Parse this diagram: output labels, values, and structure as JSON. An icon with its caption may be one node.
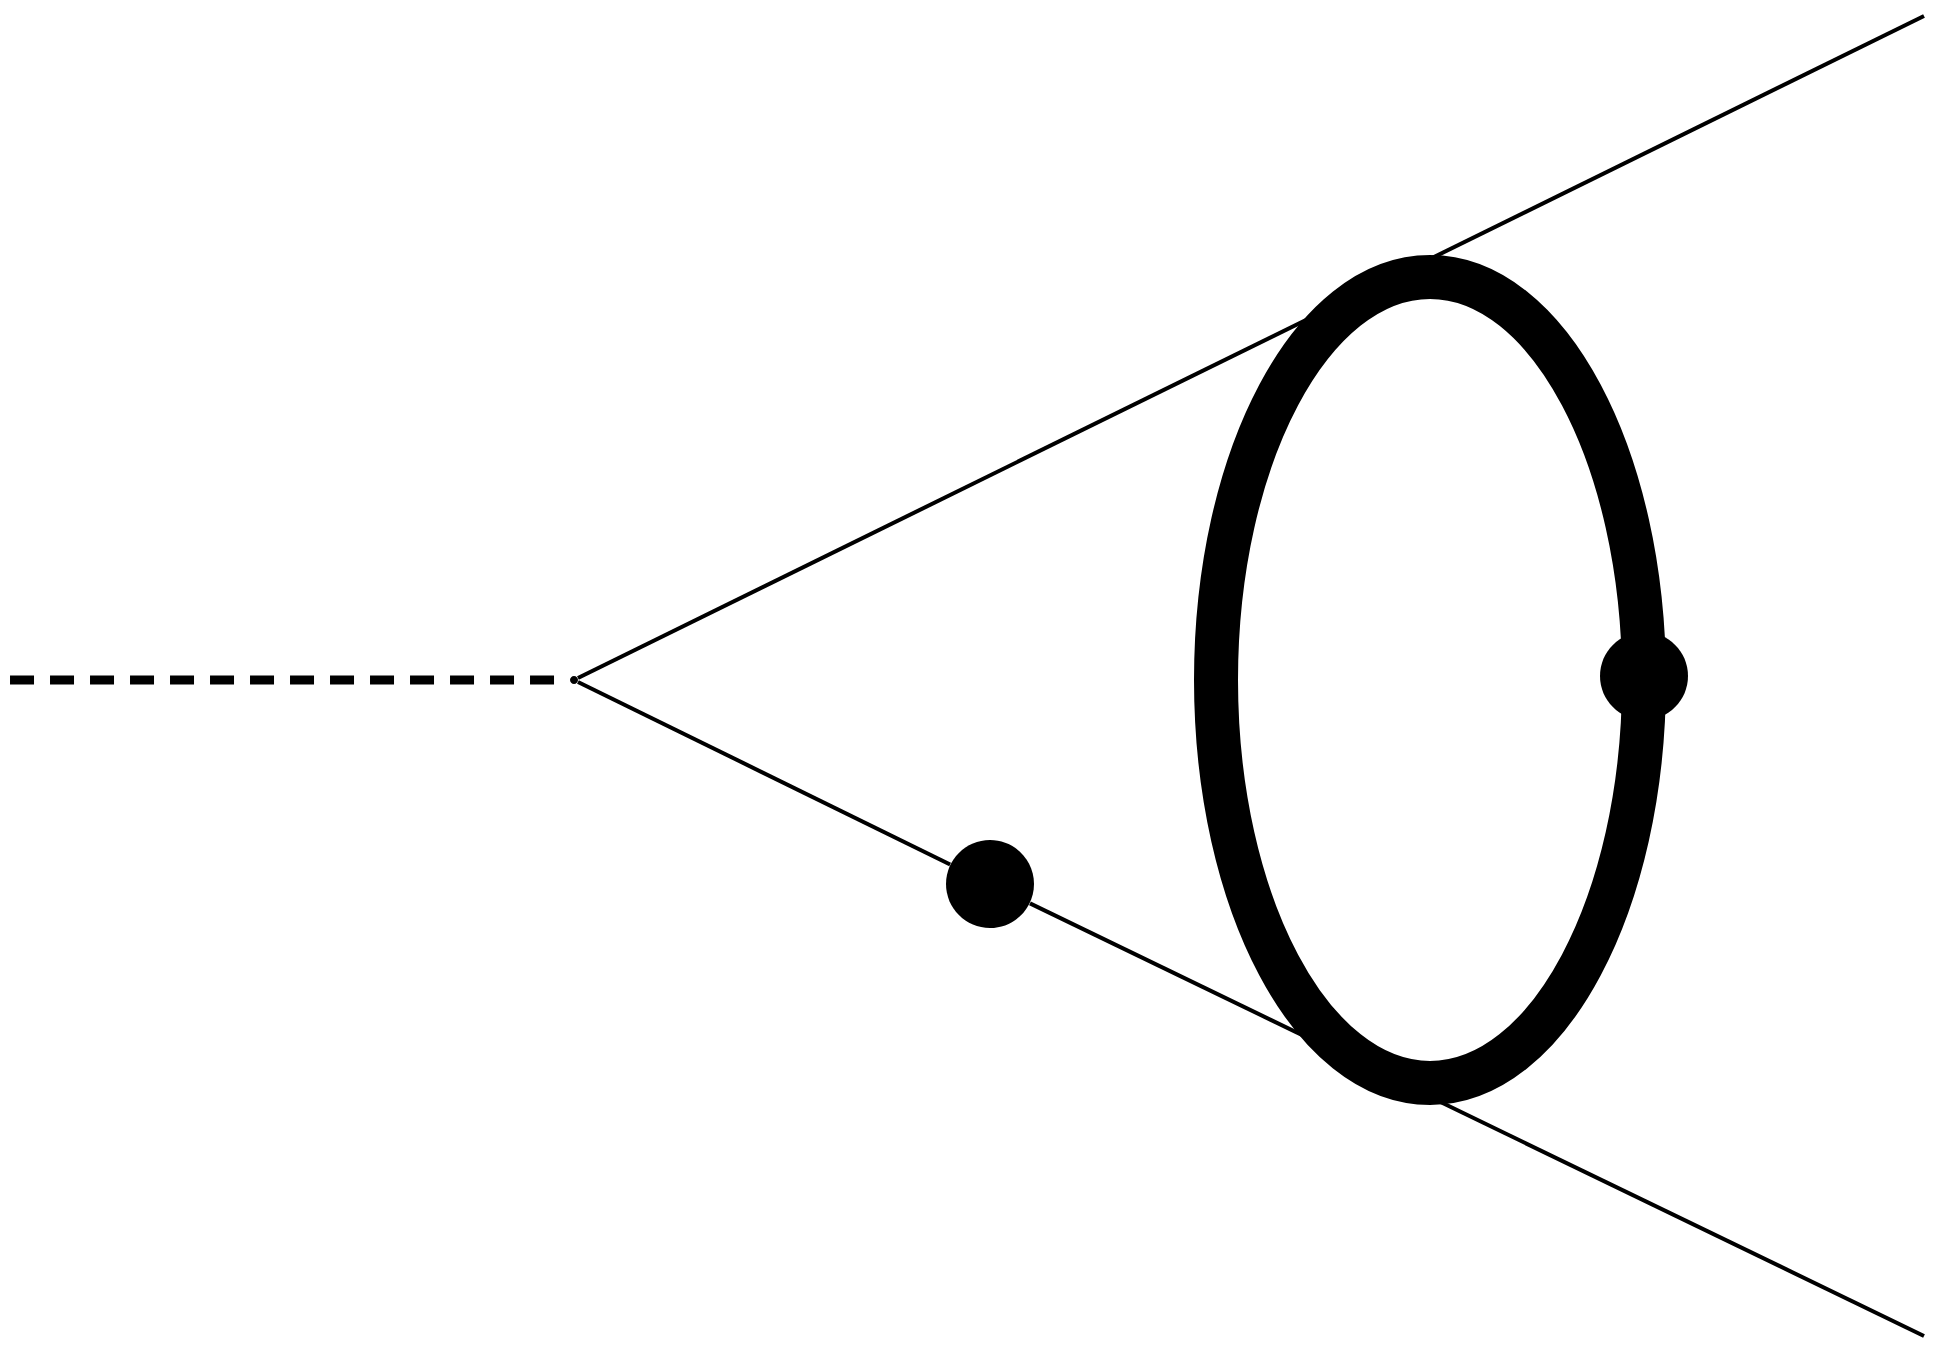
{
  "diagram": {
    "nodes": [
      {
        "text": [],
        "shape": "point"
      },
      {
        "text": [],
        "shape": "circle"
      },
      {
        "text": [],
        "shape": "ellipse"
      },
      {
        "text": [],
        "shape": "circle"
      }
    ],
    "edges": [
      {
        "from": null,
        "to": 0,
        "arrow": "none",
        "style": "dashed"
      },
      {
        "from": 0,
        "to": null,
        "arrow": "none"
      },
      {
        "from": 0,
        "to": 1,
        "arrow": "none"
      },
      {
        "from": 1,
        "to": null,
        "arrow": "none"
      }
    ]
  }
}
